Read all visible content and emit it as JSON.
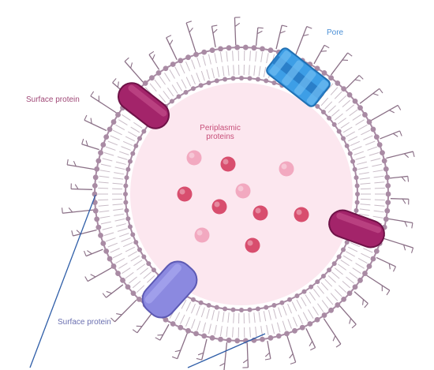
{
  "labels": {
    "pore": "Pore",
    "surface_protein_top": "Surface protein",
    "periplasmic_proteins": "Periplasmic proteins",
    "surface_protein_bottom": "Surface protein"
  },
  "colors": {
    "membrane_head": "#a98ba4",
    "membrane_tail": "#c9bcc7",
    "periplasm_fill": "#fce7ef",
    "surface_protein_magenta": "#a3246a",
    "surface_protein_violet": "#8b89e0",
    "pore_blue": "#3d9ee6",
    "periplasmic_protein_dark": "#d84e6e",
    "periplasmic_protein_light": "#f2a9c0",
    "glycan": "#8a6f86",
    "pointer_line": "#2f5ea8"
  },
  "icons": {
    "membrane": "lipid-bilayer-ring",
    "glycan": "lipopolysaccharide-branch",
    "pore": "porin-channel",
    "surface_protein": "membrane-protein"
  }
}
